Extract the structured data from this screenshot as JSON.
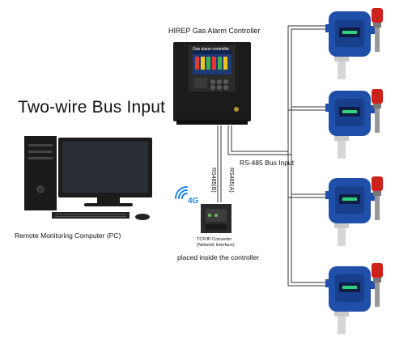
{
  "headline": "Two-wire Bus Input",
  "controller": {
    "title": "HIREP Gas Alarm Controller",
    "screen_title": "Gas alarm controller"
  },
  "computer": {
    "caption": "Remote Monitoring Computer (PC)"
  },
  "bus": {
    "label": "RS-485 Bus Input",
    "line_a": "RS485(A)",
    "line_b": "RS485(B)"
  },
  "converter": {
    "line1": "TCP/IP Converter",
    "line2": "(Network Interface)",
    "note": "placed inside the controller",
    "wireless_badge": "4G"
  },
  "detectors": [
    {
      "id": "detector-1"
    },
    {
      "id": "detector-2"
    },
    {
      "id": "detector-3"
    },
    {
      "id": "detector-4"
    }
  ],
  "colors": {
    "detector_blue": "#1f4fa8",
    "beacon_red": "#d0201a",
    "controller_body": "#1c1c1c",
    "wifi_blue": "#1e88e5"
  }
}
